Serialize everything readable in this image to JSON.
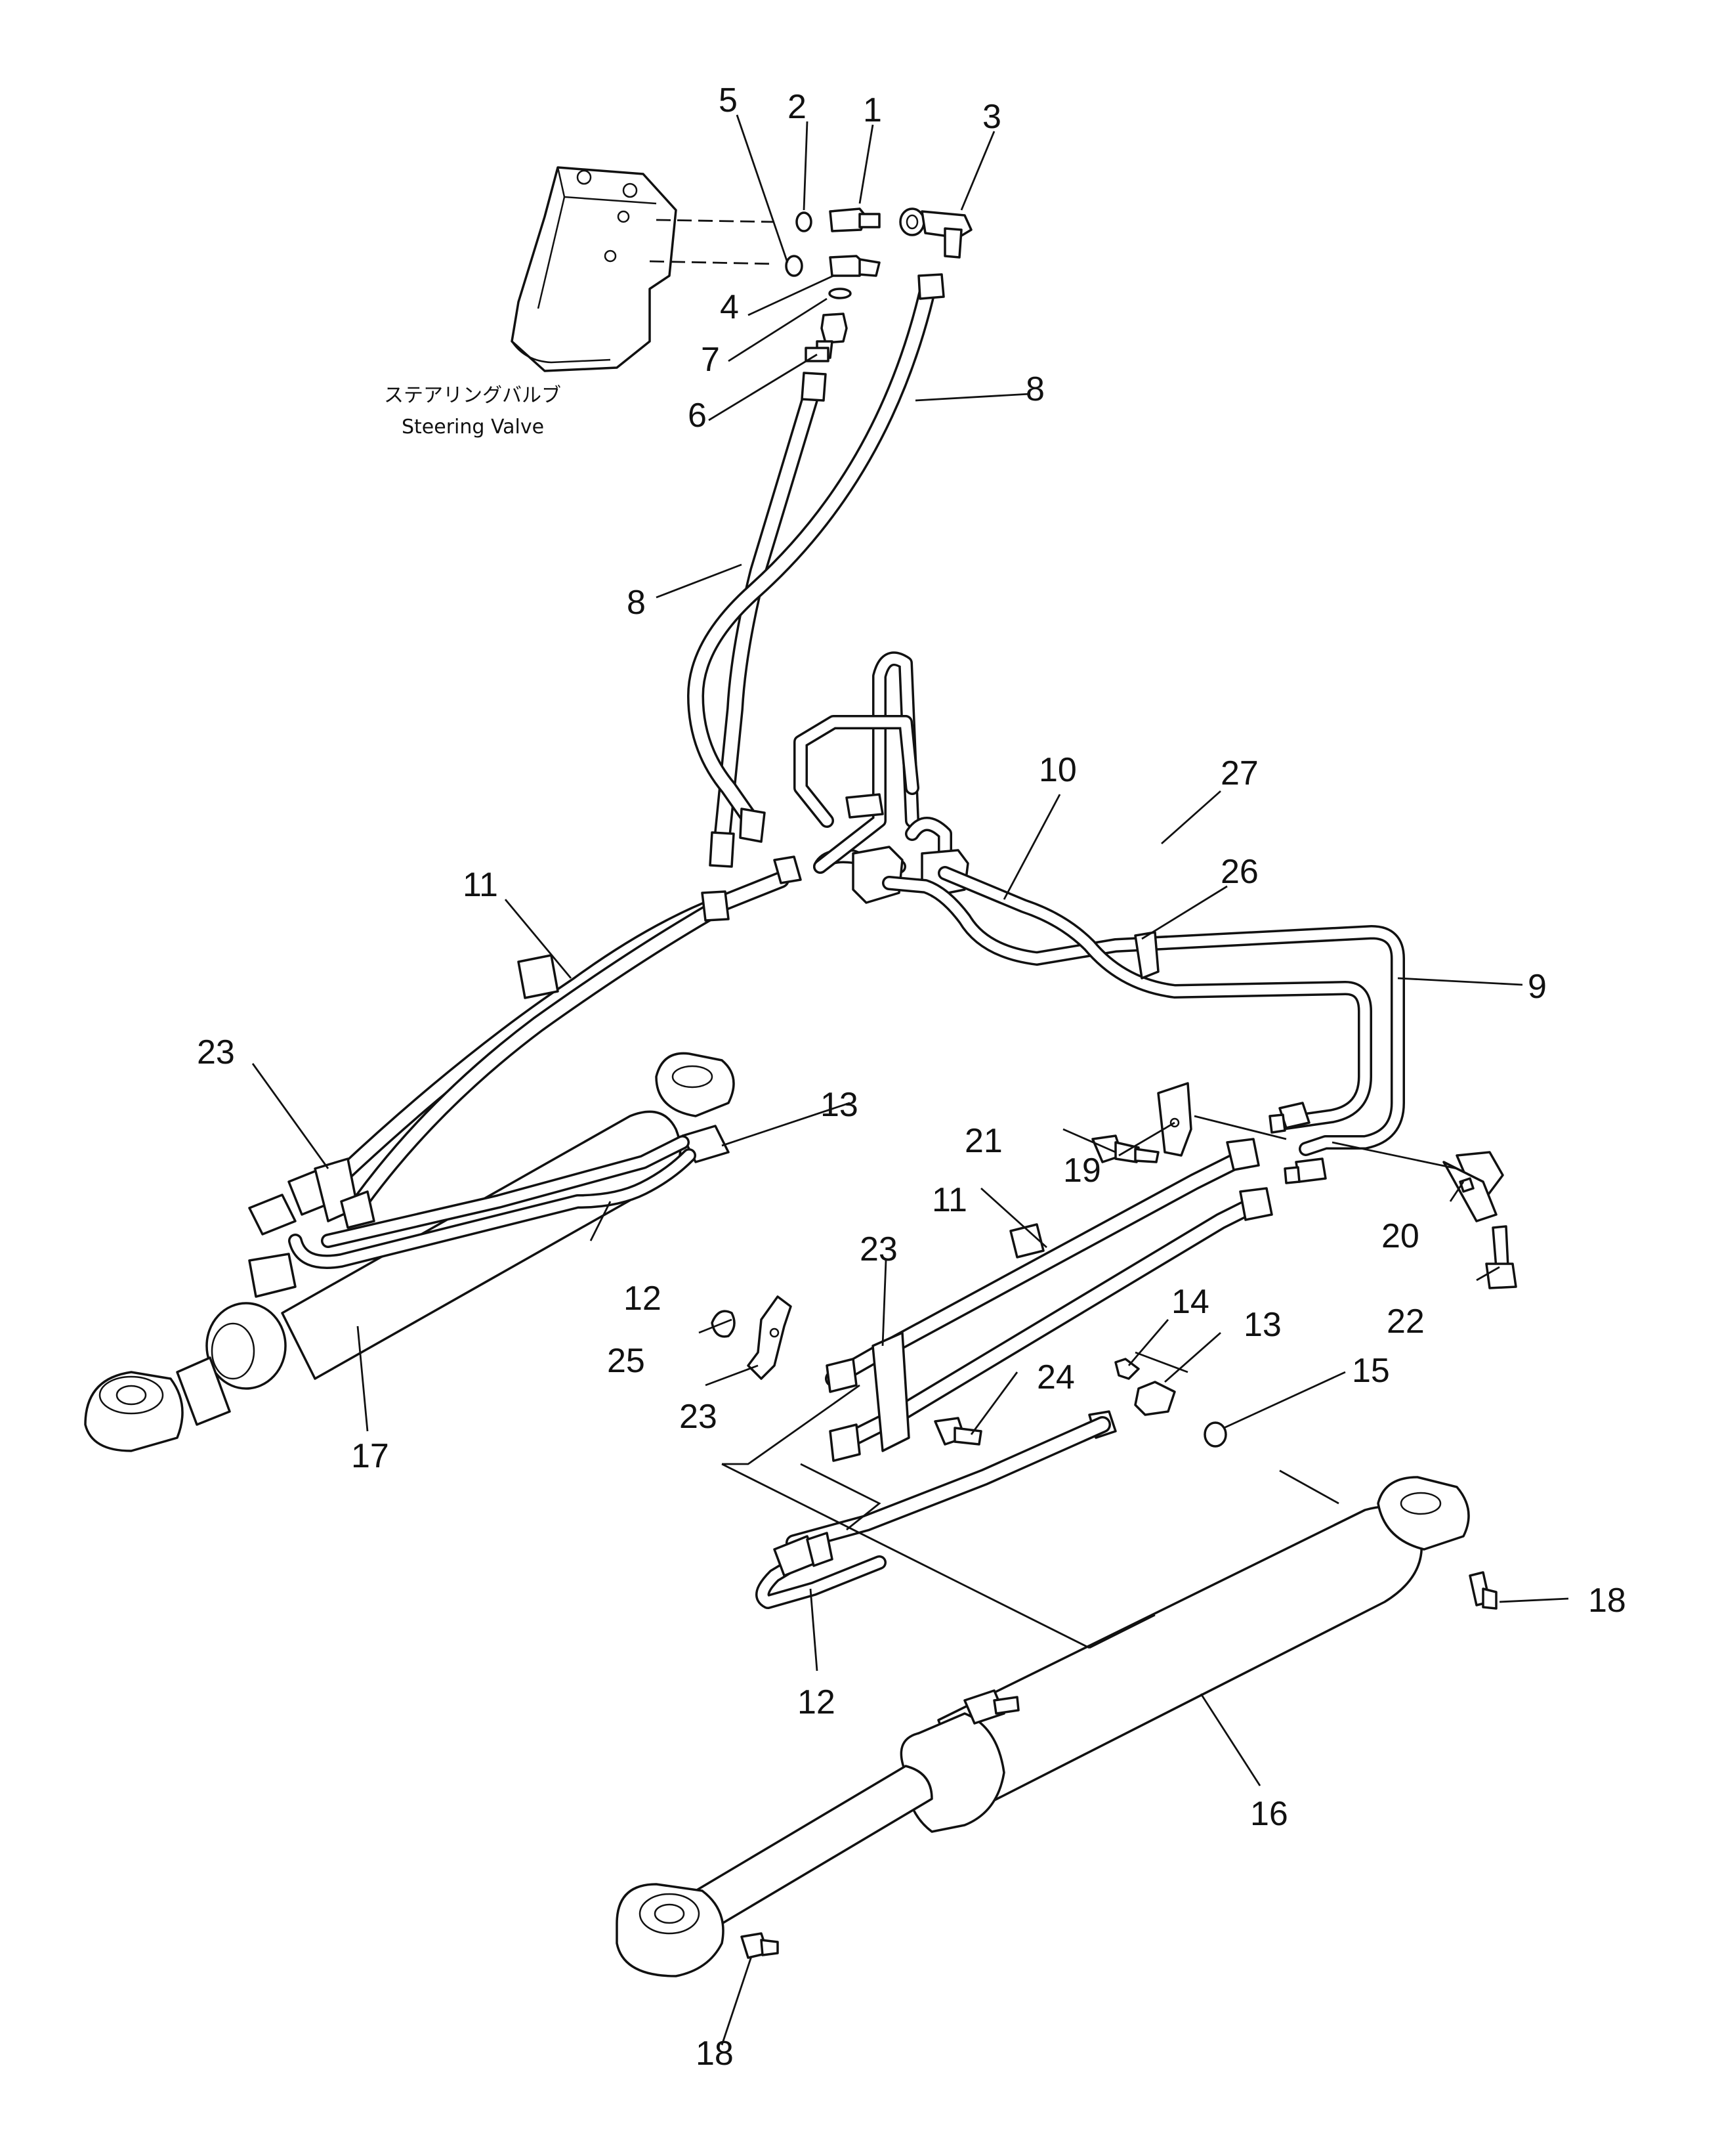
{
  "figure": {
    "caption_jp": "ステアリングバルブ",
    "caption_en": "Steering Valve"
  },
  "callouts": [
    "5",
    "2",
    "1",
    "3",
    "4",
    "7",
    "6",
    "8",
    "8",
    "10",
    "27",
    "11",
    "26",
    "9",
    "23",
    "13",
    "21",
    "19",
    "11",
    "20",
    "12",
    "23",
    "14",
    "13",
    "25",
    "24",
    "15",
    "22",
    "23",
    "17",
    "18",
    "12",
    "16",
    "18"
  ]
}
